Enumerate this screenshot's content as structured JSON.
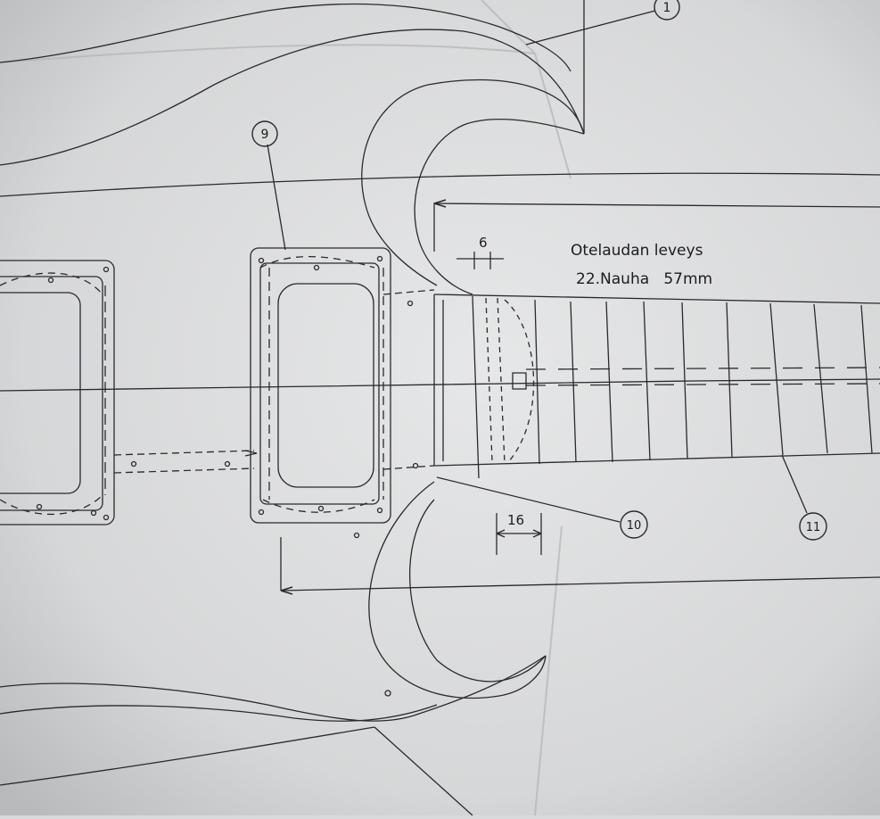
{
  "drawing": {
    "title_line1": "Otelaudan leveys",
    "title_line2": "22.Nauha   57mm",
    "dimension_top": "6",
    "dimension_bottom": "16",
    "callouts": [
      "1",
      "9",
      "10",
      "11"
    ]
  },
  "colors": {
    "paper": "#dcdddf",
    "line": "#2a2a2e",
    "fold": "#b7b8ba"
  }
}
